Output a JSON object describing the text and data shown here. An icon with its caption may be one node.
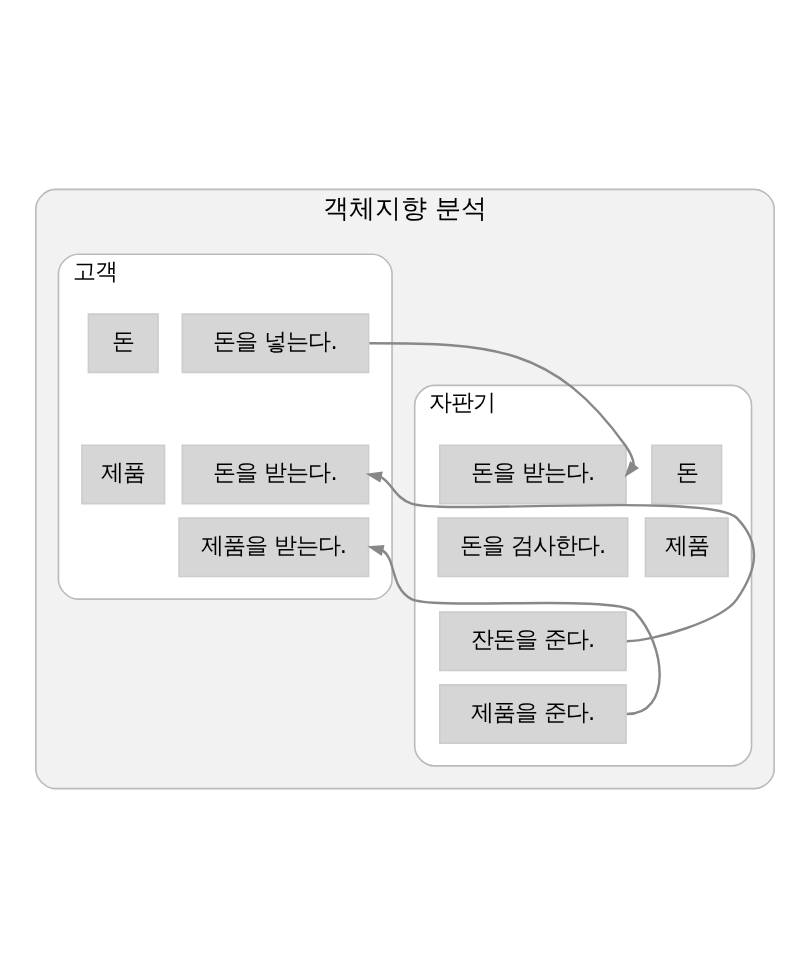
{
  "diagram": {
    "nodes": [
      {
        "text": [
          "객체지향 분석"
        ]
      },
      {
        "text": [
          "고객"
        ],
        "in": 0
      },
      {
        "text": [
          "돈"
        ],
        "in": 1
      },
      {
        "text": [
          "제품"
        ],
        "in": 1
      },
      {
        "text": [
          "돈을 넣는다."
        ],
        "in": 1
      },
      {
        "text": [
          "돈을 받는다."
        ],
        "in": 1
      },
      {
        "text": [
          "제품을 받는다."
        ],
        "in": 1
      },
      {
        "text": [
          "자판기"
        ],
        "in": 0
      },
      {
        "text": [
          "돈"
        ],
        "in": 7
      },
      {
        "text": [
          "제품"
        ],
        "in": 7
      },
      {
        "text": [
          "돈을 받는다."
        ],
        "in": 7
      },
      {
        "text": [
          "돈을 검사한다."
        ],
        "in": 7
      },
      {
        "text": [
          "잔돈을 준다."
        ],
        "in": 7
      },
      {
        "text": [
          "제품을 준다."
        ],
        "in": 7
      }
    ],
    "edges": [
      {
        "from": 4,
        "to": 10,
        "arrow": "to"
      },
      {
        "from": 12,
        "to": 5,
        "arrow": "to"
      },
      {
        "from": 13,
        "to": 6,
        "arrow": "to"
      }
    ]
  }
}
